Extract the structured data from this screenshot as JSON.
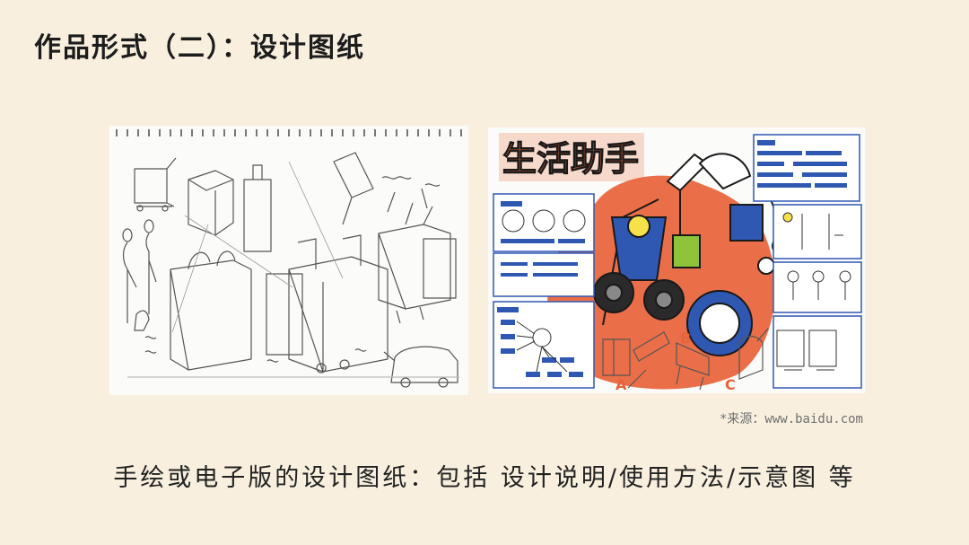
{
  "slide": {
    "title": "作品形式（二）：设计图纸",
    "source": "*来源：www.baidu.com",
    "caption": "手绘或电子版的设计图纸：包括 设计说明/使用方法/示意图 等"
  },
  "images": {
    "left": {
      "kind": "pencil-sketch"
    },
    "right": {
      "kind": "color-design-poster",
      "poster_title": "生活助手",
      "labels": [
        "A",
        "B",
        "C"
      ]
    }
  },
  "colors": {
    "background": "#f8efdf",
    "poster_accent": "#e8633a",
    "poster_blue": "#2f58b3",
    "poster_green": "#8fc33a"
  }
}
